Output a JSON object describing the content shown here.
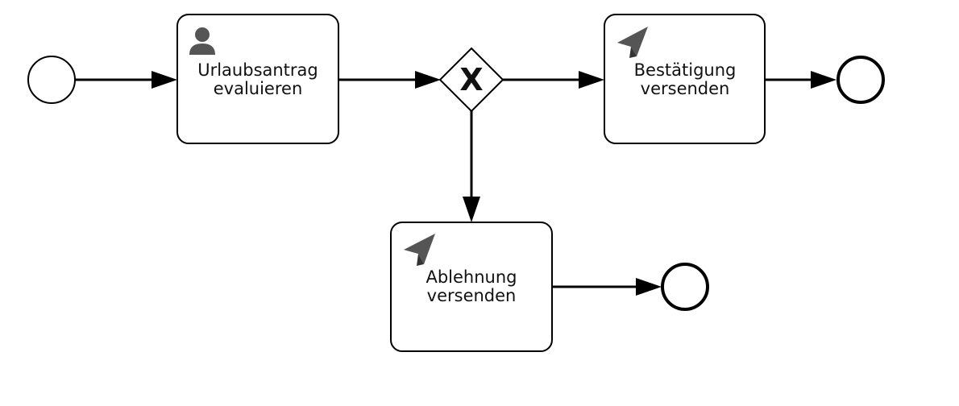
{
  "diagram": {
    "tasks": {
      "evaluate": {
        "line1": "Urlaubsantrag",
        "line2": "evaluieren",
        "icon": "user-icon"
      },
      "confirm": {
        "line1": "Bestätigung",
        "line2": "versenden",
        "icon": "send-icon"
      },
      "reject": {
        "line1": "Ablehnung",
        "line2": "versenden",
        "icon": "send-icon"
      }
    },
    "gateway": {
      "label": "X",
      "type": "exclusive-gateway"
    },
    "colors": {
      "stroke": "#000000",
      "icon": "#555555",
      "fill": "#ffffff"
    }
  }
}
